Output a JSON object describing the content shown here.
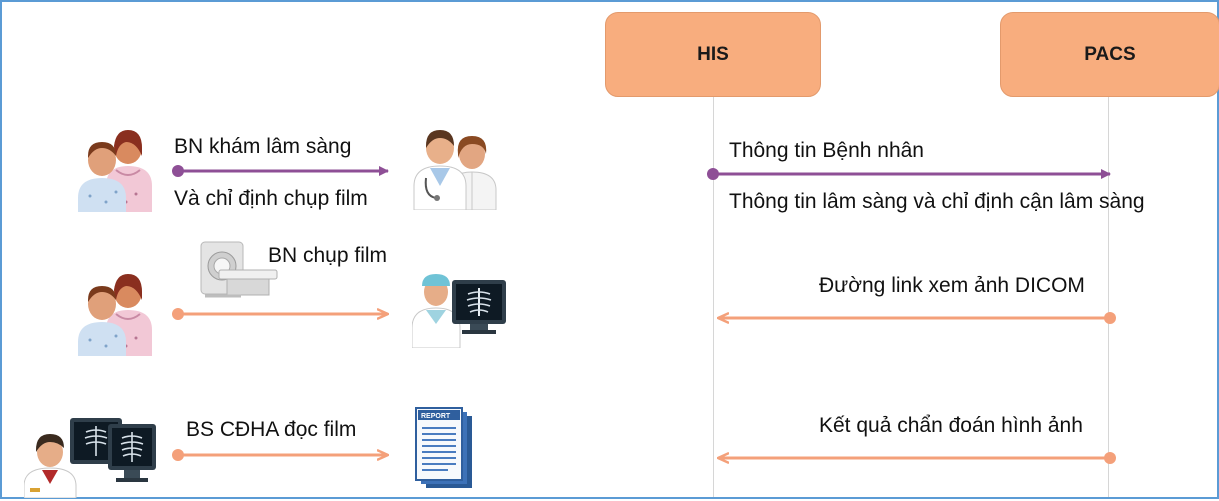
{
  "actors": {
    "his": "HIS",
    "pacs": "PACS"
  },
  "rows": {
    "row1_left_top": "BN khám lâm sàng",
    "row1_left_bottom": "Và chỉ định chụp film",
    "row1_right_top": "Thông tin Bệnh nhân",
    "row1_right_bottom": "Thông tin lâm sàng và chỉ định cận lâm sàng",
    "row2_left": "BN chụp film",
    "row2_right": "Đường link xem ảnh DICOM",
    "row3_left": "BS CĐHA đọc film",
    "row3_right": "Kết quả chẩn đoán hình ảnh",
    "report_text": "REPORT"
  },
  "colors": {
    "actor_fill": "#f8ad7e",
    "purple_arrow": "#8e4f96",
    "orange_arrow": "#f4a07a",
    "frame_border": "#5b9bd5"
  },
  "icons": [
    "patients-icon",
    "doctors-icon",
    "ct-scanner-icon",
    "radiologist-xray-icon",
    "radiologist-workstation-icon",
    "report-document-icon"
  ]
}
